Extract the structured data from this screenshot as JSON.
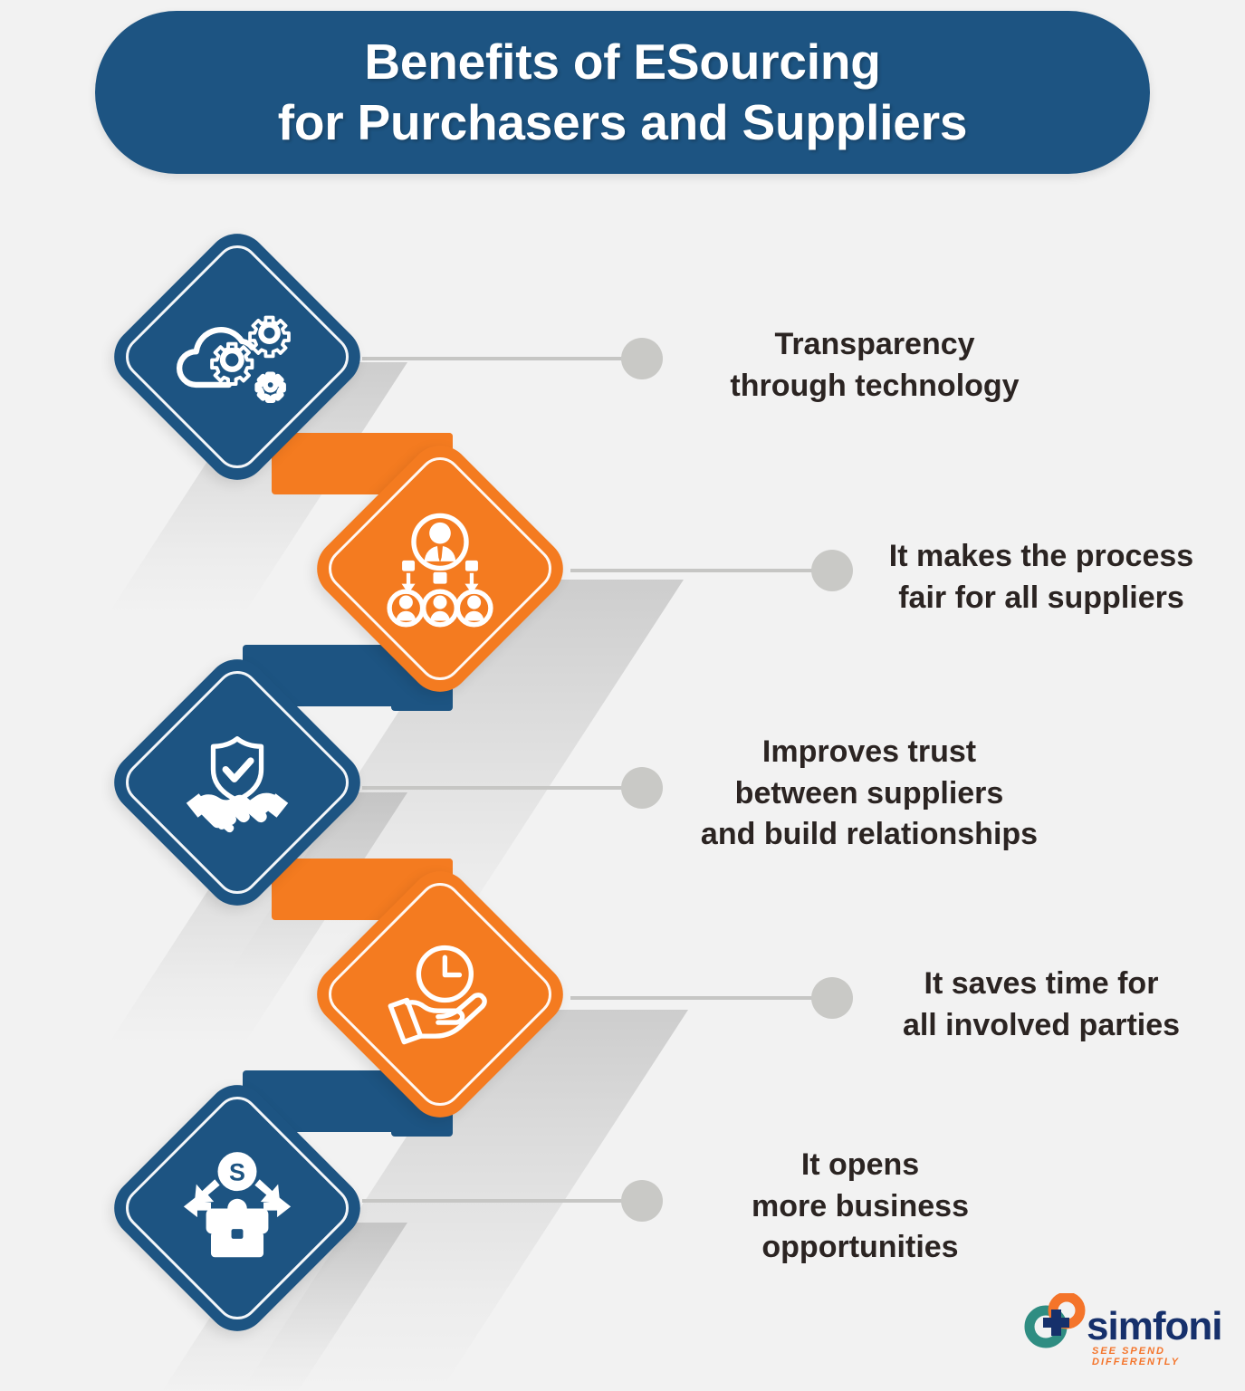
{
  "title": {
    "line1": "Benefits of ESourcing",
    "line2": "for Purchasers and Suppliers"
  },
  "colors": {
    "blue": "#1d5482",
    "orange": "#f47b20",
    "background": "#f2f2f2",
    "text": "#2b2422",
    "connector_gray": "#c6c6c4",
    "logo_navy": "#16306b",
    "logo_teal": "#2f8d82",
    "logo_orange": "#f4742a"
  },
  "benefits": [
    {
      "id": 1,
      "icon": "cloud-gears-icon",
      "icon_color": "blue",
      "text": "Transparency\nthrough technology"
    },
    {
      "id": 2,
      "icon": "org-hierarchy-people-icon",
      "icon_color": "orange",
      "text": "It makes the process\nfair for all suppliers"
    },
    {
      "id": 3,
      "icon": "shield-check-handshake-icon",
      "icon_color": "blue",
      "text": "Improves trust\nbetween suppliers\nand build relationships"
    },
    {
      "id": 4,
      "icon": "hand-holding-clock-icon",
      "icon_color": "orange",
      "text": "It saves time for\nall involved parties"
    },
    {
      "id": 5,
      "icon": "briefcase-dollar-arrows-icon",
      "icon_color": "blue",
      "text": "It opens\nmore business\nopportunities"
    }
  ],
  "logo": {
    "wordmark": "simfoni",
    "tagline": "SEE SPEND DIFFERENTLY"
  }
}
